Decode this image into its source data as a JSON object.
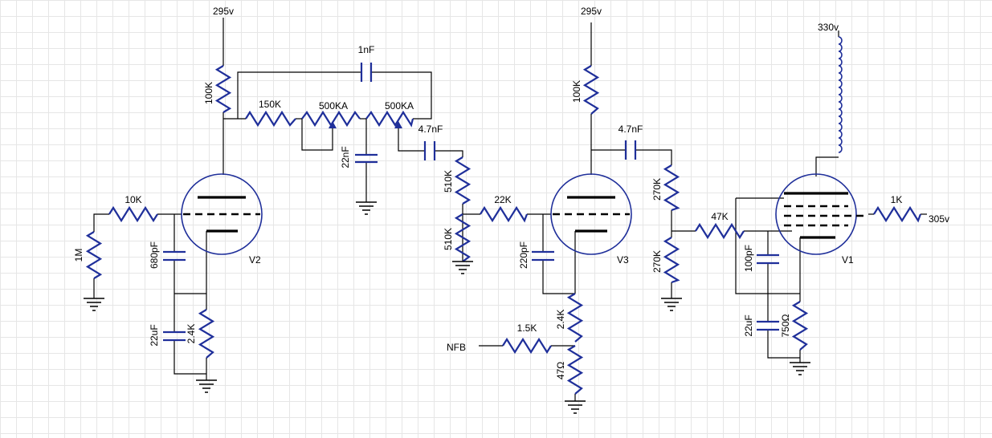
{
  "supplies": {
    "v2_plate": "295v",
    "v3_plate": "295v",
    "v1_plate": "330v",
    "v1_screen": "305v"
  },
  "tubes": {
    "v2": "V2",
    "v3": "V3",
    "v1": "V1"
  },
  "labels": {
    "nfb": "NFB"
  },
  "components": {
    "r_100k_v2": "100K",
    "r_150k": "150K",
    "pot_500ka_1": "500KA",
    "pot_500ka_2": "500KA",
    "c_1nf": "1nF",
    "c_22nf": "22nF",
    "c_4n7_1": "4.7nF",
    "r_510k_1": "510K",
    "r_510k_2": "510K",
    "r_10k": "10K",
    "r_1m": "1M",
    "c_680pf": "680pF",
    "c_22uf_1": "22uF",
    "r_2k4_1": "2.4K",
    "r_22k": "22K",
    "c_220pf": "220pF",
    "r_100k_v3": "100K",
    "c_4n7_2": "4.7nF",
    "r_270k_1": "270K",
    "r_270k_2": "270K",
    "r_47k": "47K",
    "r_2k4_2": "2.4K",
    "r_1k5": "1.5K",
    "r_47ohm": "47Ω",
    "c_100pf": "100pF",
    "c_22uf_2": "22uF",
    "r_750ohm": "750Ω",
    "r_1k": "1K"
  },
  "colors": {
    "component": "#1f2f9a",
    "wire": "#000000",
    "grid": "#e6e6e6"
  }
}
